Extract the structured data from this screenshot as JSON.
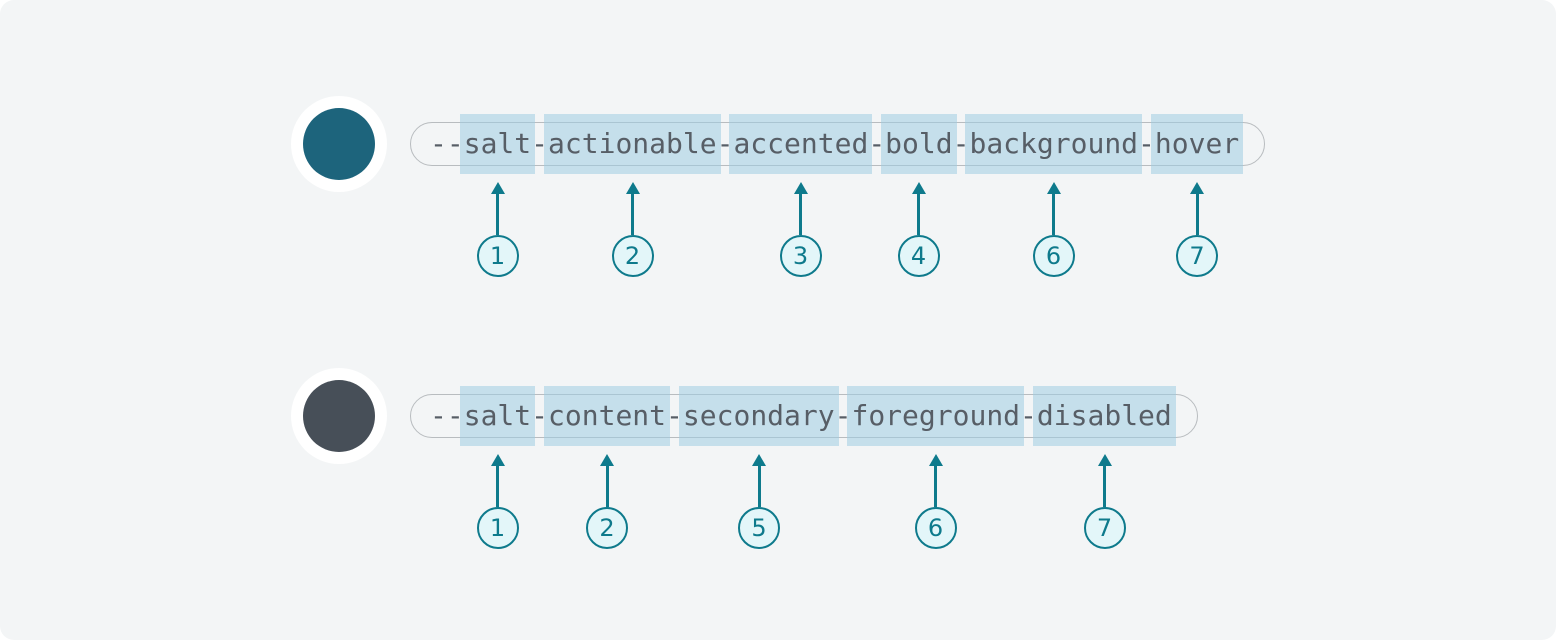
{
  "colors": {
    "canvas_background": "#f3f5f6",
    "accent_teal": "#0e7a8c",
    "badge_fill": "#e3f6f9",
    "segment_highlight": "rgba(158, 204, 226, 0.55)",
    "pill_border": "#b8bcbf",
    "token_text": "#575e66",
    "swatch_ring": "#ffffff"
  },
  "rows": [
    {
      "swatch_color": "#1d647c",
      "token": "--salt-actionable-accented-bold-background-hover",
      "segments": [
        {
          "text": "--",
          "highlight": false
        },
        {
          "text": "salt",
          "highlight": true,
          "badge": "1"
        },
        {
          "text": "-",
          "highlight": false
        },
        {
          "text": "actionable",
          "highlight": true,
          "badge": "2"
        },
        {
          "text": "-",
          "highlight": false
        },
        {
          "text": "accented",
          "highlight": true,
          "badge": "3"
        },
        {
          "text": "-",
          "highlight": false
        },
        {
          "text": "bold",
          "highlight": true,
          "badge": "4"
        },
        {
          "text": "-",
          "highlight": false
        },
        {
          "text": "background",
          "highlight": true,
          "badge": "6"
        },
        {
          "text": "-",
          "highlight": false
        },
        {
          "text": "hover",
          "highlight": true,
          "badge": "7"
        }
      ]
    },
    {
      "swatch_color": "#474f58",
      "token": "--salt-content-secondary-foreground-disabled",
      "segments": [
        {
          "text": "--",
          "highlight": false
        },
        {
          "text": "salt",
          "highlight": true,
          "badge": "1"
        },
        {
          "text": "-",
          "highlight": false
        },
        {
          "text": "content",
          "highlight": true,
          "badge": "2"
        },
        {
          "text": "-",
          "highlight": false
        },
        {
          "text": "secondary",
          "highlight": true,
          "badge": "5"
        },
        {
          "text": "-",
          "highlight": false
        },
        {
          "text": "foreground",
          "highlight": true,
          "badge": "6"
        },
        {
          "text": "-",
          "highlight": false
        },
        {
          "text": "disabled",
          "highlight": true,
          "badge": "7"
        }
      ]
    }
  ]
}
